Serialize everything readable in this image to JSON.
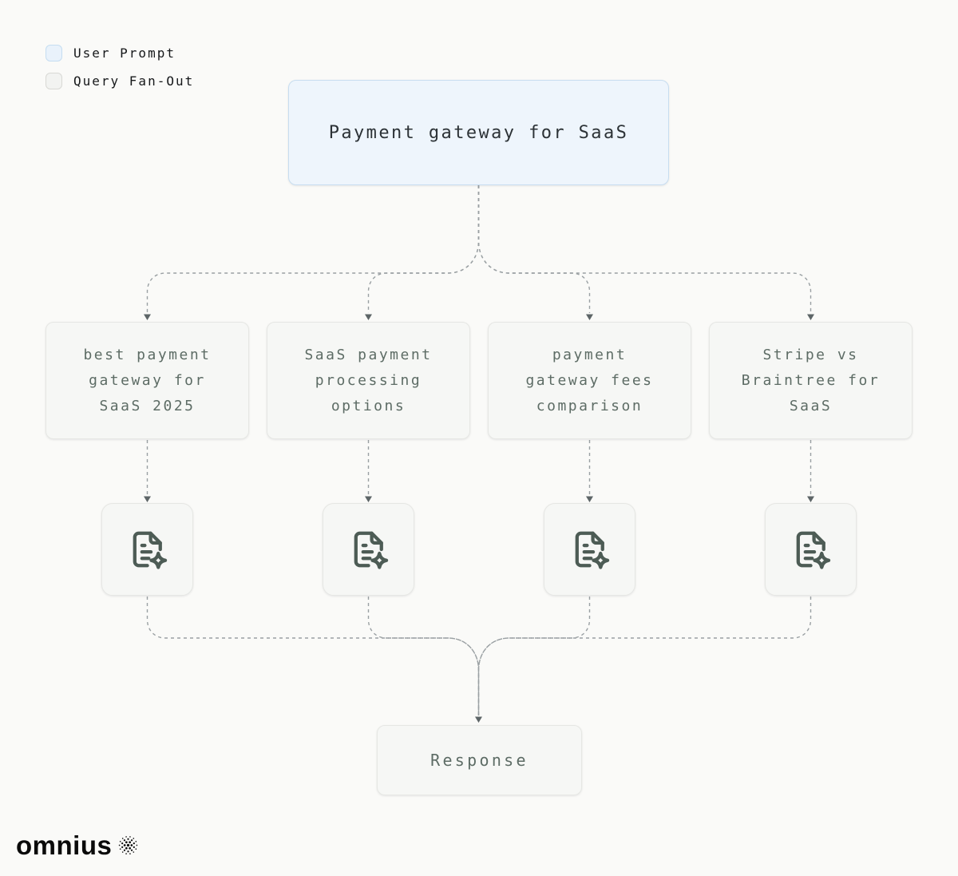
{
  "legend": {
    "items": [
      {
        "label": "User Prompt",
        "swatch_color": "#e9f2fb",
        "swatch_border": "#c5ddf1"
      },
      {
        "label": "Query Fan-Out",
        "swatch_color": "#f2f3f1",
        "swatch_border": "#d8d9d5"
      }
    ]
  },
  "prompt_node": {
    "label": "Payment gateway for SaaS"
  },
  "query_nodes": [
    {
      "label": "best payment\ngateway for\nSaaS 2025"
    },
    {
      "label": "SaaS payment\nprocessing\noptions"
    },
    {
      "label": "payment\ngateway fees\ncomparison"
    },
    {
      "label": "Stripe vs\nBraintree for\nSaaS"
    }
  ],
  "doc_nodes": {
    "icon": "file-sparkle-icon"
  },
  "response_node": {
    "label": "Response"
  },
  "logo": {
    "text": "omnius",
    "icon": "dotted-sphere-icon"
  },
  "colors": {
    "background": "#fafaf8",
    "prompt_fill": "#eef5fc",
    "prompt_border": "#c7ddf0",
    "node_fill": "#f6f7f5",
    "node_border": "#e6e7e4",
    "connector": "#9aa0a3",
    "arrowhead": "#5d6567",
    "icon_stroke": "#4d5c55",
    "prompt_text": "#2c3236",
    "query_text": "#5d6c65"
  }
}
